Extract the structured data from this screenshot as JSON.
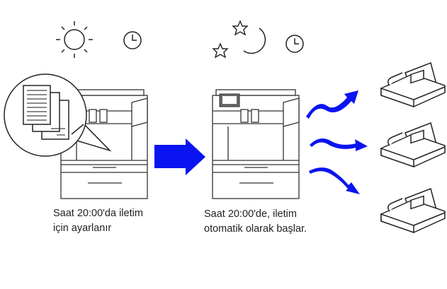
{
  "captions": {
    "scheduled": [
      "Saat 20:00'da iletim",
      "için ayarlanır"
    ],
    "automatic": [
      "Saat 20:00'de, iletim",
      "otomatik olarak başlar."
    ]
  },
  "icons": [
    "sun-icon",
    "clock-icon",
    "moon-icon",
    "star-icon",
    "document-stack-icon",
    "copier-icon",
    "arrow-right-icon",
    "fax-machine-icon"
  ],
  "colors": {
    "accent": "#0a14f0",
    "line": "#222222"
  }
}
